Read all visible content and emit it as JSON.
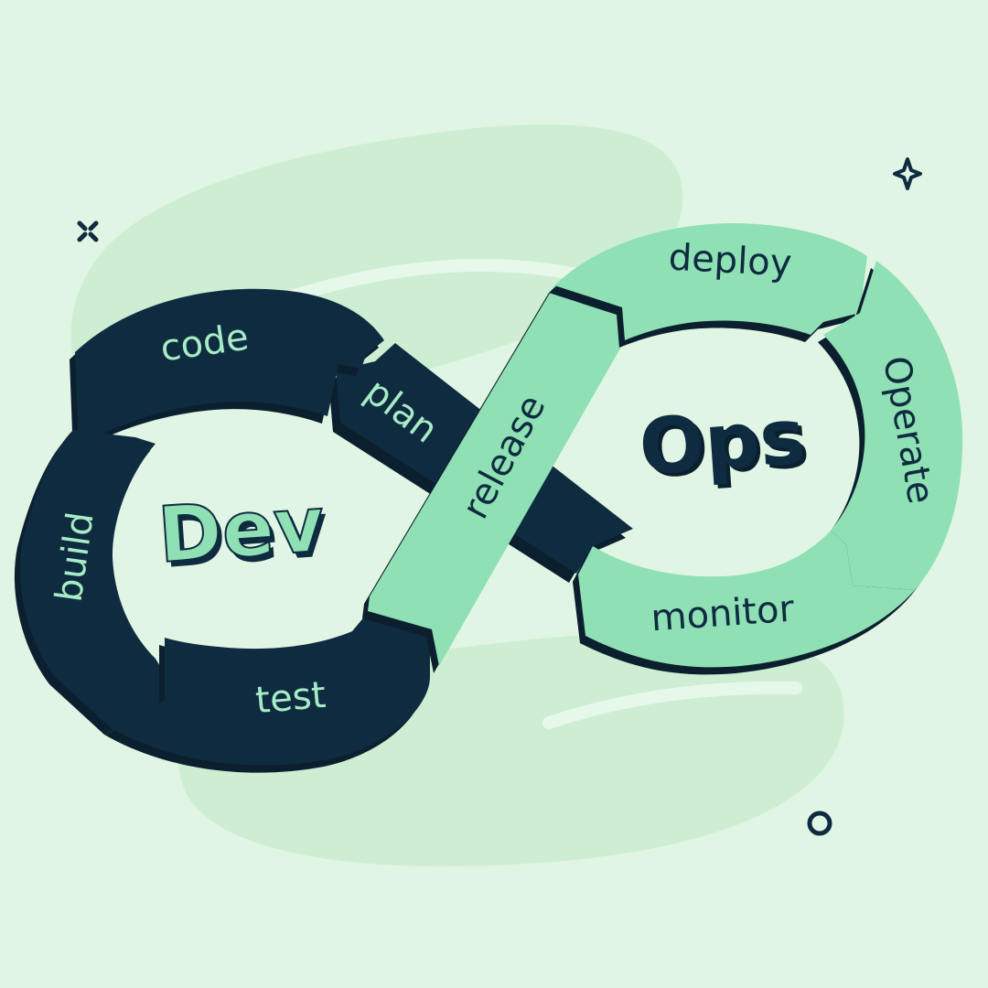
{
  "diagram": {
    "center_left": "Dev",
    "center_right": "Ops",
    "stages": {
      "plan": "plan",
      "code": "code",
      "build": "build",
      "test": "test",
      "release": "release",
      "deploy": "deploy",
      "operate": "Operate",
      "monitor": "monitor"
    }
  },
  "colors": {
    "background": "#e0f5e4",
    "blob": "#cdeed3",
    "dark": "#0f2b40",
    "mint": "#8fe0b4",
    "mint_light": "#9ee6c0"
  },
  "decorations": [
    "sparkle-x-icon",
    "sparkle-star-icon",
    "ring-icon"
  ]
}
